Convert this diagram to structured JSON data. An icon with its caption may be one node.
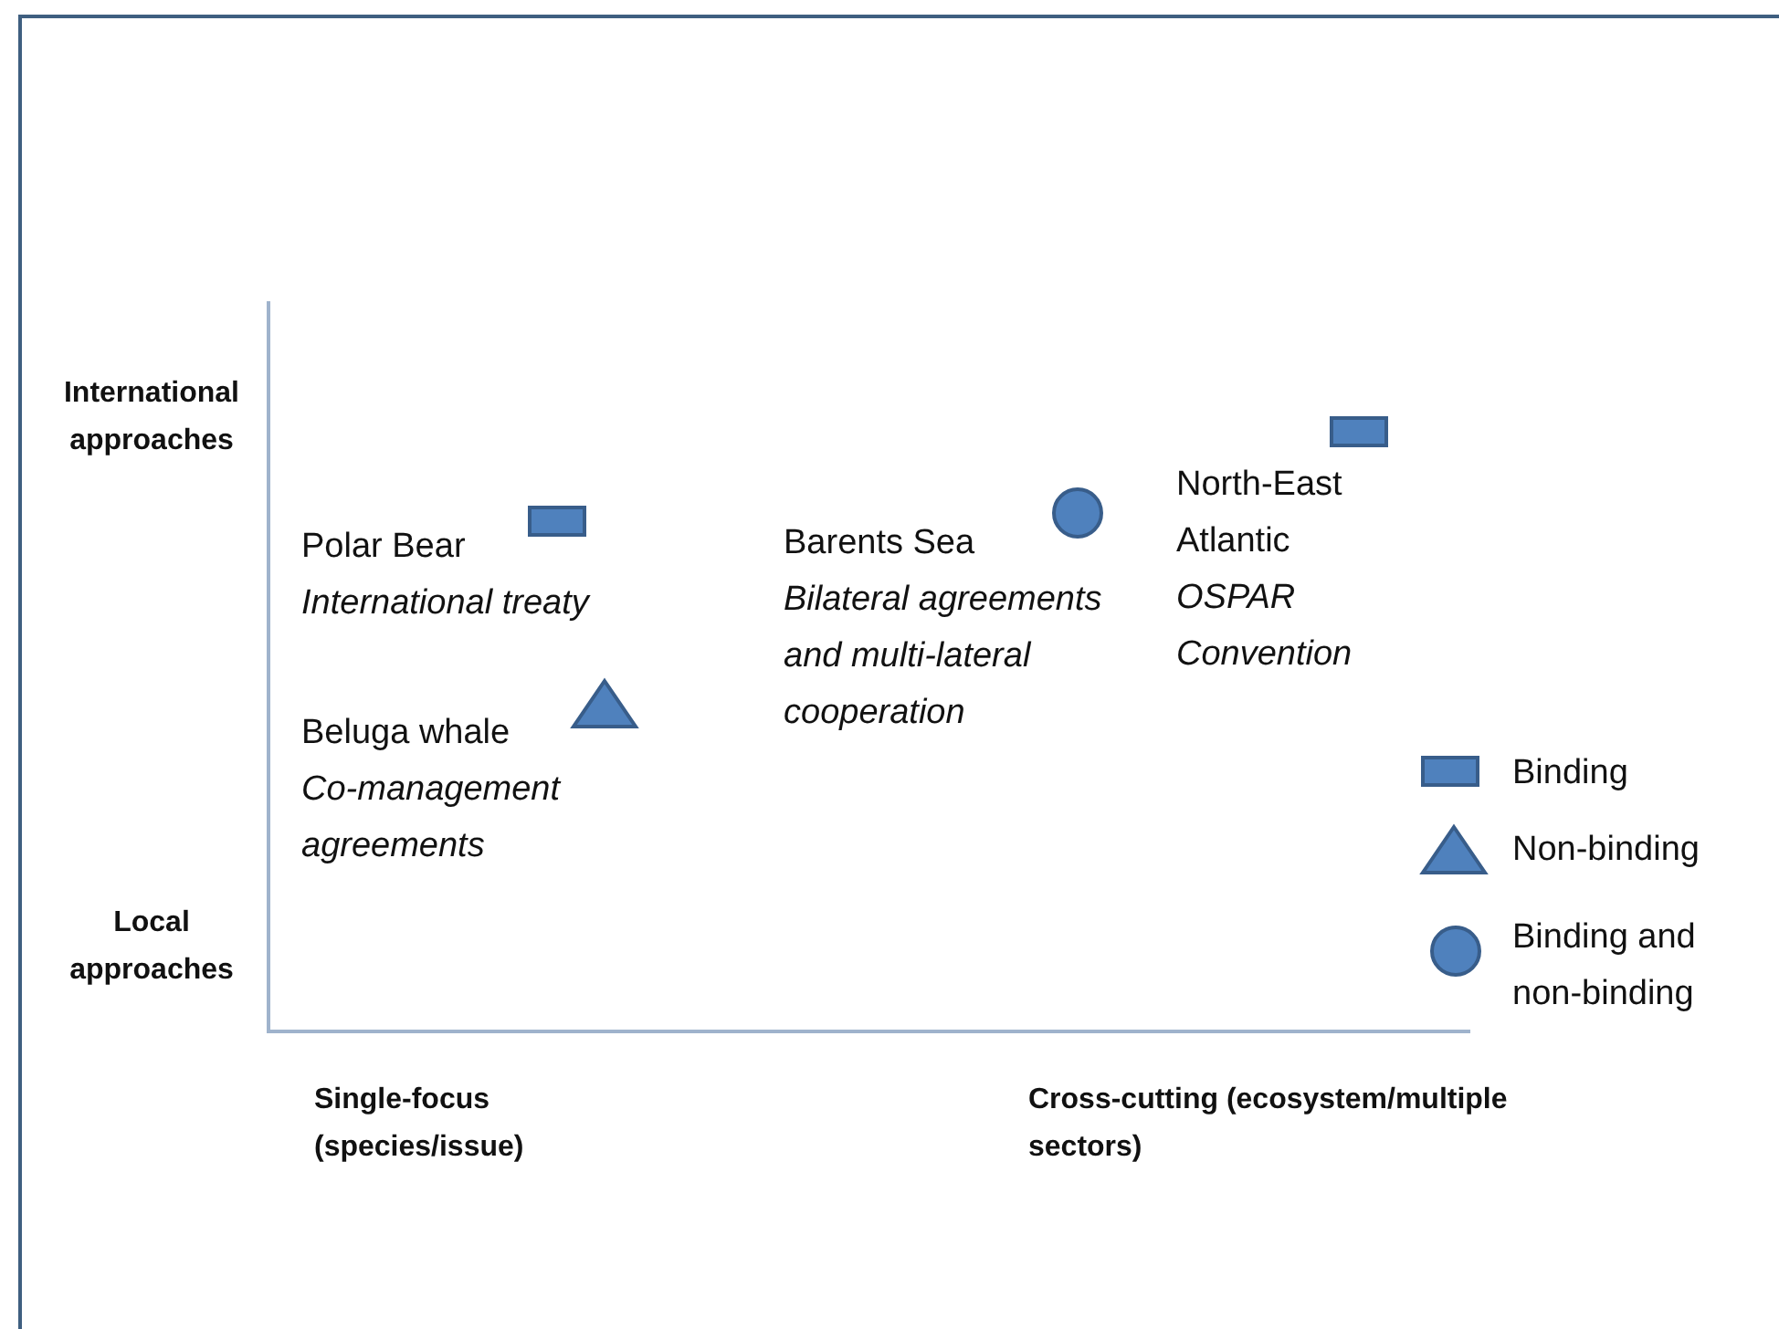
{
  "diagram": {
    "nodes": [
      {
        "text": [
          "Polar Bear",
          "International treaty"
        ]
      },
      {
        "text": [
          "Beluga whale",
          "Co-management agreements"
        ]
      },
      {
        "text": [
          "Barents Sea",
          "Bilateral agreements and multi-lateral cooperation"
        ]
      },
      {
        "text": [
          "North-East Atlantic",
          "OSPAR Convention"
        ]
      }
    ],
    "labels": [
      "International approaches",
      "Local approaches",
      "Single-focus (species/issue)",
      "Cross-cutting (ecosystem/multiple sectors)"
    ],
    "legend": [
      {
        "text": "Binding"
      },
      {
        "text": "Non-binding"
      },
      {
        "text": "Binding and non-binding"
      }
    ]
  }
}
